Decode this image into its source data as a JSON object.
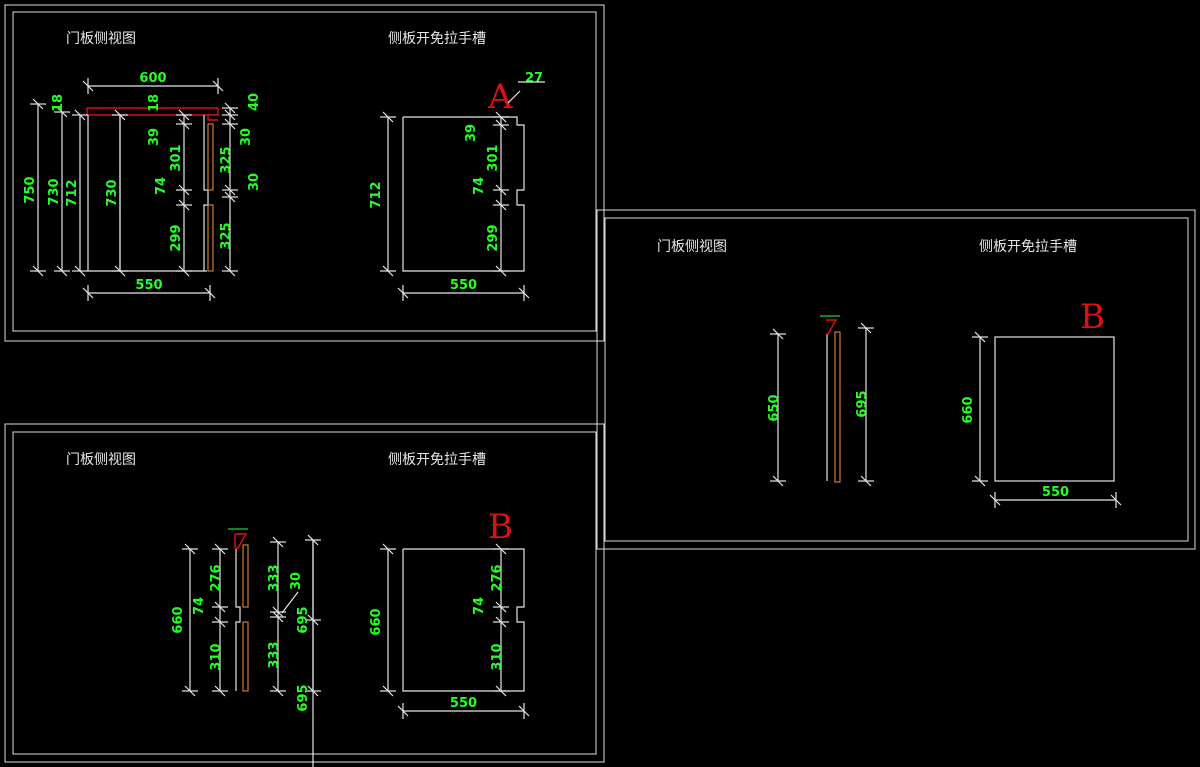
{
  "colors": {
    "background": "#000000",
    "lines": "#e6e6e6",
    "dimension_text": "#22ff22",
    "marker": "#e01010",
    "panel": "#c87a3a"
  },
  "frame1": {
    "title_left": "门板侧视图",
    "title_right": "侧板开免拉手槽",
    "marker": "A",
    "left": {
      "w600": "600",
      "h750": "750",
      "h730a": "730",
      "h712": "712",
      "t18a": "18",
      "t18b": "18",
      "h730b": "730",
      "d39": "39",
      "d301": "301",
      "d74": "74",
      "d299": "299",
      "d40": "40",
      "d30a": "30",
      "d325a": "325",
      "d30b": "30",
      "d325b": "325",
      "w550": "550"
    },
    "right": {
      "h712": "712",
      "d27": "27",
      "d39": "39",
      "d301": "301",
      "d74": "74",
      "d299": "299",
      "w550": "550"
    }
  },
  "frame2": {
    "title_left": "门板侧视图",
    "title_right": "侧板开免拉手槽",
    "marker": "B",
    "left": {
      "h650": "650",
      "h695": "695"
    },
    "right": {
      "h660": "660",
      "w550": "550"
    }
  },
  "frame3": {
    "title_left": "门板侧视图",
    "title_right": "侧板开免拉手槽",
    "marker": "B",
    "left": {
      "h660": "660",
      "d276": "276",
      "d74": "74",
      "d310": "310",
      "d333a": "333",
      "d30": "30",
      "d333b": "333",
      "d695a": "695",
      "d695b": "695"
    },
    "right": {
      "h660": "660",
      "d276": "276",
      "d74": "74",
      "d310": "310",
      "w550": "550"
    }
  }
}
